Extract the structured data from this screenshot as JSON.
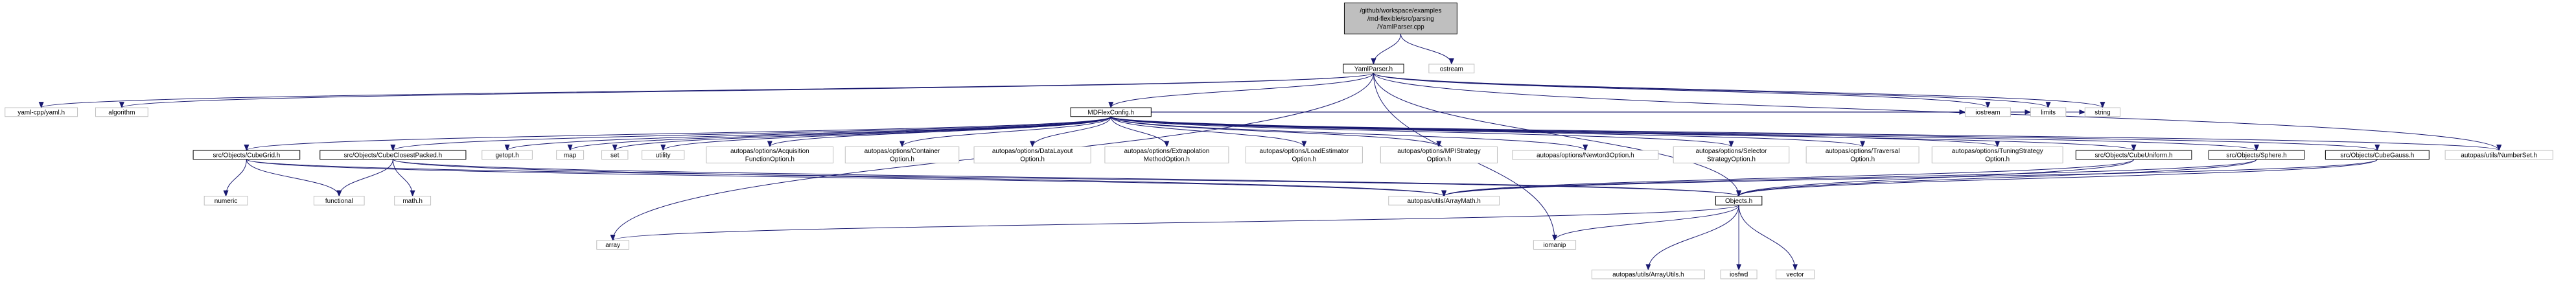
{
  "colors": {
    "edge": "#191970",
    "root_fill": "#bfbfbf",
    "root_stroke": "#000000",
    "documented_stroke": "#000000",
    "external_stroke": "#bfbfbf",
    "node_fill": "#ffffff"
  },
  "nodes": [
    {
      "id": "yamlparser_cpp",
      "kind": "root",
      "lines": [
        "/github/workspace/examples",
        "/md-flexible/src/parsing",
        "/YamlParser.cpp"
      ]
    },
    {
      "id": "yamlparser_h",
      "kind": "documented",
      "lines": [
        "YamlParser.h"
      ]
    },
    {
      "id": "ostream",
      "kind": "external",
      "lines": [
        "ostream"
      ]
    },
    {
      "id": "yaml_cpp",
      "kind": "external",
      "lines": [
        "yaml-cpp/yaml.h"
      ]
    },
    {
      "id": "algorithm",
      "kind": "external",
      "lines": [
        "algorithm"
      ]
    },
    {
      "id": "mdflexconfig_h",
      "kind": "documented",
      "lines": [
        "MDFlexConfig.h"
      ]
    },
    {
      "id": "iostream",
      "kind": "external",
      "lines": [
        "iostream"
      ]
    },
    {
      "id": "limits",
      "kind": "external",
      "lines": [
        "limits"
      ]
    },
    {
      "id": "string",
      "kind": "external",
      "lines": [
        "string"
      ]
    },
    {
      "id": "cubegrid_h",
      "kind": "documented",
      "lines": [
        "src/Objects/CubeGrid.h"
      ]
    },
    {
      "id": "cubeclosestpacked_h",
      "kind": "documented",
      "lines": [
        "src/Objects/CubeClosestPacked.h"
      ]
    },
    {
      "id": "getopt_h",
      "kind": "external",
      "lines": [
        "getopt.h"
      ]
    },
    {
      "id": "map",
      "kind": "external",
      "lines": [
        "map"
      ]
    },
    {
      "id": "set",
      "kind": "external",
      "lines": [
        "set"
      ]
    },
    {
      "id": "utility",
      "kind": "external",
      "lines": [
        "utility"
      ]
    },
    {
      "id": "acq_option",
      "kind": "external",
      "lines": [
        "autopas/options/Acquisition",
        "FunctionOption.h"
      ]
    },
    {
      "id": "container_option",
      "kind": "external",
      "lines": [
        "autopas/options/Container",
        "Option.h"
      ]
    },
    {
      "id": "datalayout_option",
      "kind": "external",
      "lines": [
        "autopas/options/DataLayout",
        "Option.h"
      ]
    },
    {
      "id": "extrapolation_option",
      "kind": "external",
      "lines": [
        "autopas/options/Extrapolation",
        "MethodOption.h"
      ]
    },
    {
      "id": "loadestimator_option",
      "kind": "external",
      "lines": [
        "autopas/options/LoadEstimator",
        "Option.h"
      ]
    },
    {
      "id": "mpistrategy_option",
      "kind": "external",
      "lines": [
        "autopas/options/MPIStrategy",
        "Option.h"
      ]
    },
    {
      "id": "newton3_option",
      "kind": "external",
      "lines": [
        "autopas/options/Newton3Option.h"
      ]
    },
    {
      "id": "selector_option",
      "kind": "external",
      "lines": [
        "autopas/options/Selector",
        "StrategyOption.h"
      ]
    },
    {
      "id": "traversal_option",
      "kind": "external",
      "lines": [
        "autopas/options/Traversal",
        "Option.h"
      ]
    },
    {
      "id": "tuning_option",
      "kind": "external",
      "lines": [
        "autopas/options/TuningStrategy",
        "Option.h"
      ]
    },
    {
      "id": "cubeuniform_h",
      "kind": "documented",
      "lines": [
        "src/Objects/CubeUniform.h"
      ]
    },
    {
      "id": "sphere_h",
      "kind": "documented",
      "lines": [
        "src/Objects/Sphere.h"
      ]
    },
    {
      "id": "cubegauss_h",
      "kind": "documented",
      "lines": [
        "src/Objects/CubeGauss.h"
      ]
    },
    {
      "id": "numberset_h",
      "kind": "external",
      "lines": [
        "autopas/utils/NumberSet.h"
      ]
    },
    {
      "id": "numeric",
      "kind": "external",
      "lines": [
        "numeric"
      ]
    },
    {
      "id": "functional",
      "kind": "external",
      "lines": [
        "functional"
      ]
    },
    {
      "id": "math_h",
      "kind": "external",
      "lines": [
        "math.h"
      ]
    },
    {
      "id": "arraymath_h",
      "kind": "external",
      "lines": [
        "autopas/utils/ArrayMath.h"
      ]
    },
    {
      "id": "objects_h",
      "kind": "documented",
      "lines": [
        "Objects.h"
      ]
    },
    {
      "id": "array",
      "kind": "external",
      "lines": [
        "array"
      ]
    },
    {
      "id": "iomanip",
      "kind": "external",
      "lines": [
        "iomanip"
      ]
    },
    {
      "id": "arrayutils_h",
      "kind": "external",
      "lines": [
        "autopas/utils/ArrayUtils.h"
      ]
    },
    {
      "id": "iosfwd",
      "kind": "external",
      "lines": [
        "iosfwd"
      ]
    },
    {
      "id": "vector",
      "kind": "external",
      "lines": [
        "vector"
      ]
    }
  ],
  "edges": [
    [
      "yamlparser_cpp",
      "yamlparser_h"
    ],
    [
      "yamlparser_cpp",
      "ostream"
    ],
    [
      "yamlparser_h",
      "yaml_cpp"
    ],
    [
      "yamlparser_h",
      "algorithm"
    ],
    [
      "yamlparser_h",
      "mdflexconfig_h"
    ],
    [
      "yamlparser_h",
      "iostream"
    ],
    [
      "yamlparser_h",
      "limits"
    ],
    [
      "yamlparser_h",
      "string"
    ],
    [
      "yamlparser_h",
      "numberset_h"
    ],
    [
      "yamlparser_h",
      "objects_h"
    ],
    [
      "yamlparser_h",
      "array"
    ],
    [
      "yamlparser_h",
      "iomanip"
    ],
    [
      "mdflexconfig_h",
      "cubegrid_h"
    ],
    [
      "mdflexconfig_h",
      "cubeclosestpacked_h"
    ],
    [
      "mdflexconfig_h",
      "getopt_h"
    ],
    [
      "mdflexconfig_h",
      "map"
    ],
    [
      "mdflexconfig_h",
      "set"
    ],
    [
      "mdflexconfig_h",
      "utility"
    ],
    [
      "mdflexconfig_h",
      "acq_option"
    ],
    [
      "mdflexconfig_h",
      "container_option"
    ],
    [
      "mdflexconfig_h",
      "datalayout_option"
    ],
    [
      "mdflexconfig_h",
      "extrapolation_option"
    ],
    [
      "mdflexconfig_h",
      "loadestimator_option"
    ],
    [
      "mdflexconfig_h",
      "mpistrategy_option"
    ],
    [
      "mdflexconfig_h",
      "newton3_option"
    ],
    [
      "mdflexconfig_h",
      "selector_option"
    ],
    [
      "mdflexconfig_h",
      "traversal_option"
    ],
    [
      "mdflexconfig_h",
      "tuning_option"
    ],
    [
      "mdflexconfig_h",
      "cubeuniform_h"
    ],
    [
      "mdflexconfig_h",
      "sphere_h"
    ],
    [
      "mdflexconfig_h",
      "cubegauss_h"
    ],
    [
      "mdflexconfig_h",
      "numberset_h"
    ],
    [
      "mdflexconfig_h",
      "iostream"
    ],
    [
      "mdflexconfig_h",
      "limits"
    ],
    [
      "mdflexconfig_h",
      "string"
    ],
    [
      "cubegrid_h",
      "numeric"
    ],
    [
      "cubegrid_h",
      "functional"
    ],
    [
      "cubegrid_h",
      "arraymath_h"
    ],
    [
      "cubegrid_h",
      "objects_h"
    ],
    [
      "cubeclosestpacked_h",
      "functional"
    ],
    [
      "cubeclosestpacked_h",
      "math_h"
    ],
    [
      "cubeclosestpacked_h",
      "arraymath_h"
    ],
    [
      "cubeclosestpacked_h",
      "objects_h"
    ],
    [
      "cubeuniform_h",
      "arraymath_h"
    ],
    [
      "cubeuniform_h",
      "objects_h"
    ],
    [
      "sphere_h",
      "arraymath_h"
    ],
    [
      "sphere_h",
      "objects_h"
    ],
    [
      "cubegauss_h",
      "arraymath_h"
    ],
    [
      "cubegauss_h",
      "objects_h"
    ],
    [
      "objects_h",
      "array"
    ],
    [
      "objects_h",
      "iomanip"
    ],
    [
      "objects_h",
      "arrayutils_h"
    ],
    [
      "objects_h",
      "iosfwd"
    ],
    [
      "objects_h",
      "vector"
    ]
  ]
}
